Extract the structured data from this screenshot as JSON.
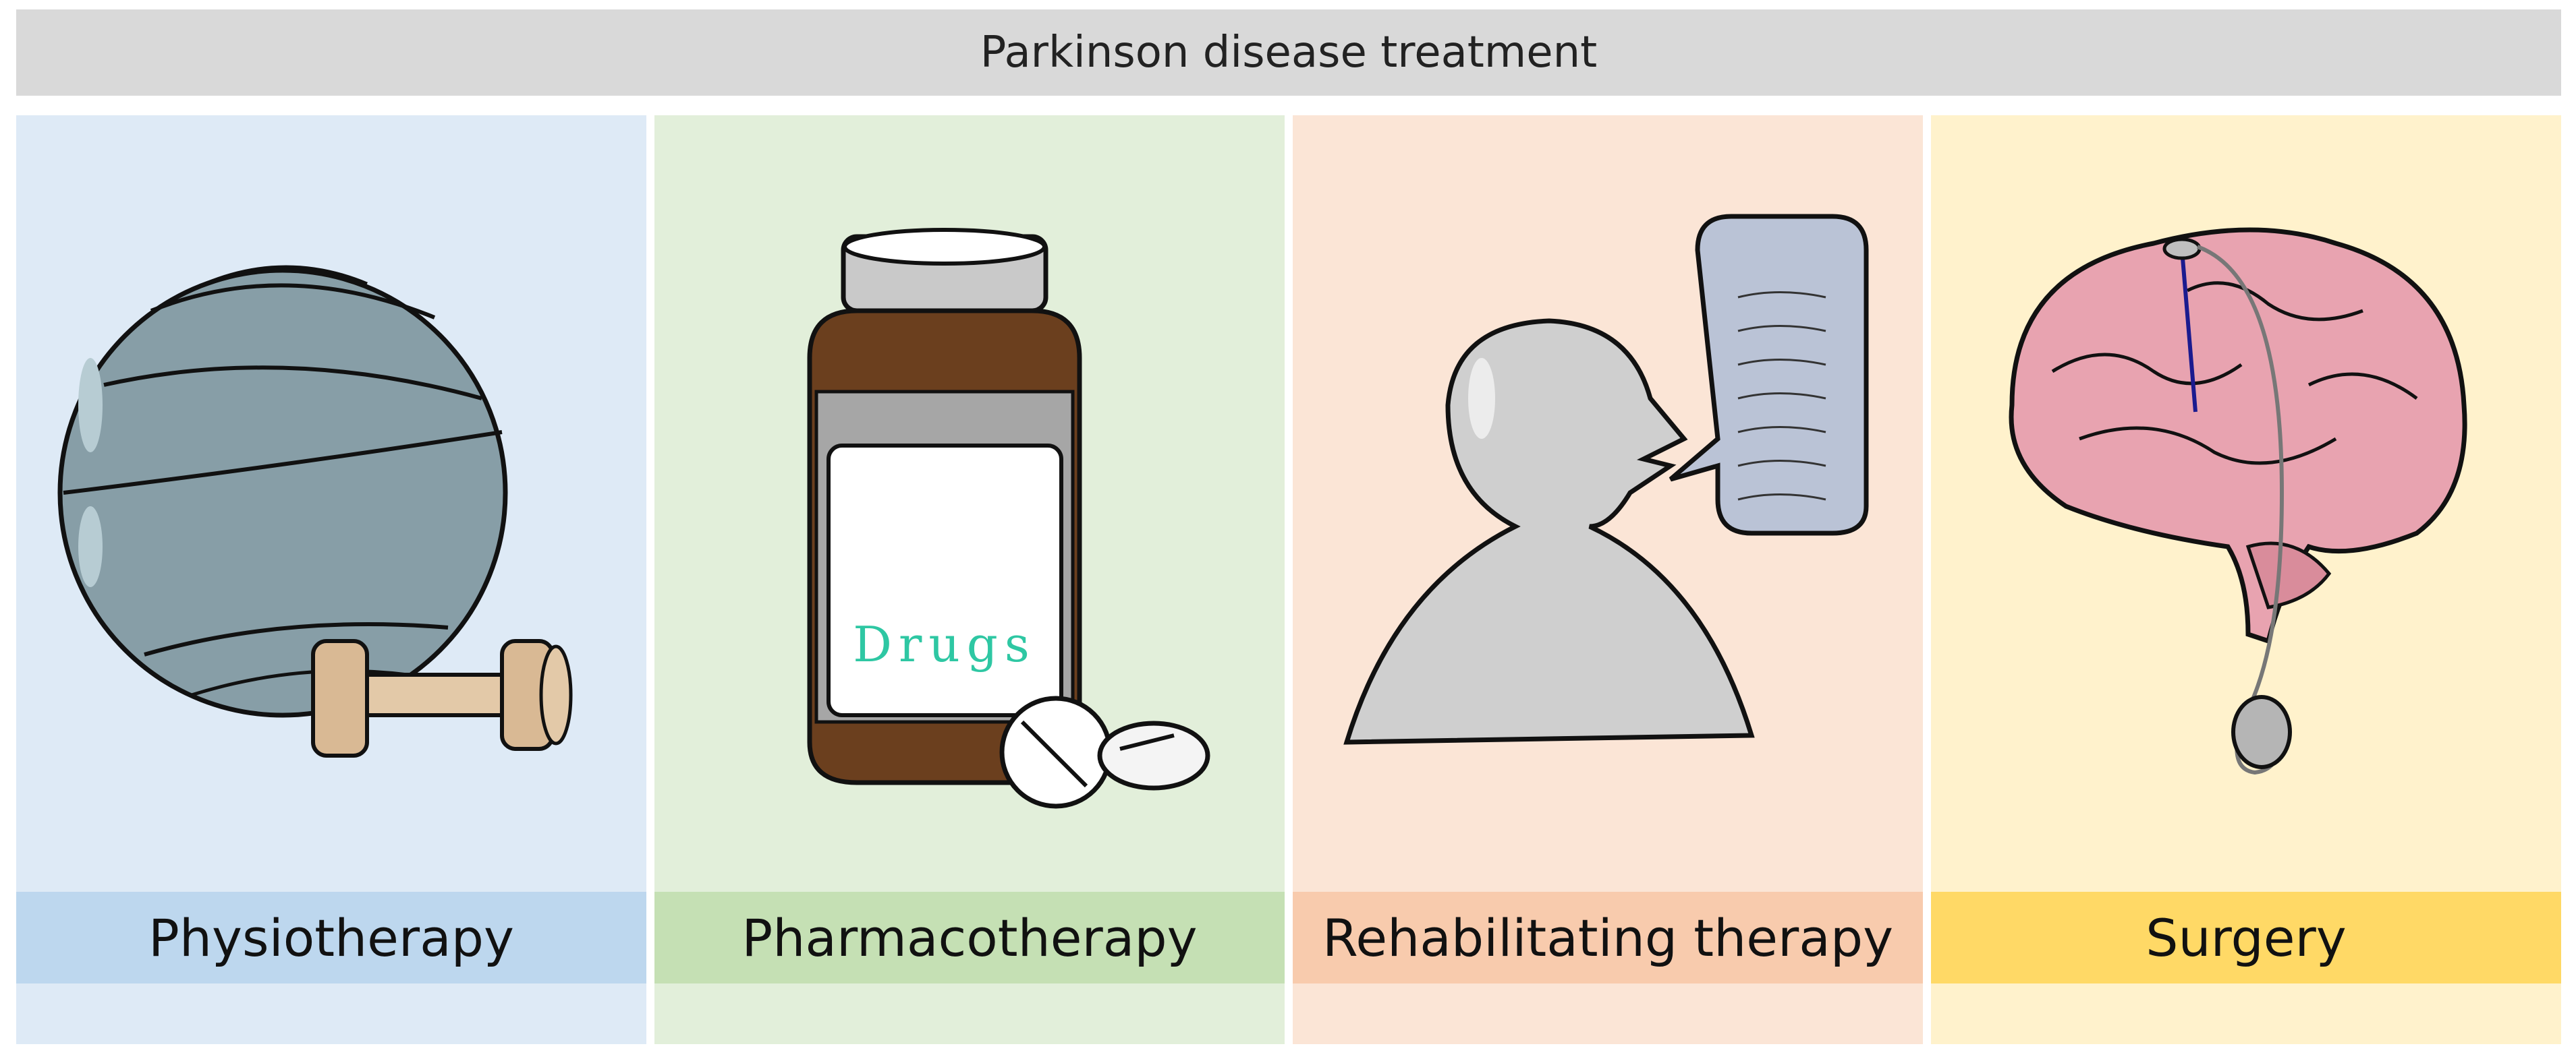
{
  "title": "Parkinson disease treatment",
  "panels": [
    {
      "label": "Physiotherapy",
      "icon": "exercise-ball-dumbbell-icon",
      "bg": "#deeaf6",
      "band": "#bdd7ee"
    },
    {
      "label": "Pharmacotherapy",
      "icon": "pill-bottle-icon",
      "bg": "#e2efda",
      "band": "#c5e0b4",
      "bottle_text": "Drugs"
    },
    {
      "label": "Rehabilitating therapy",
      "icon": "speaking-head-icon",
      "bg": "#fbe5d6",
      "band": "#f8cbad"
    },
    {
      "label": "Surgery",
      "icon": "brain-implant-icon",
      "bg": "#fff2cc",
      "band": "#ffd966"
    }
  ]
}
